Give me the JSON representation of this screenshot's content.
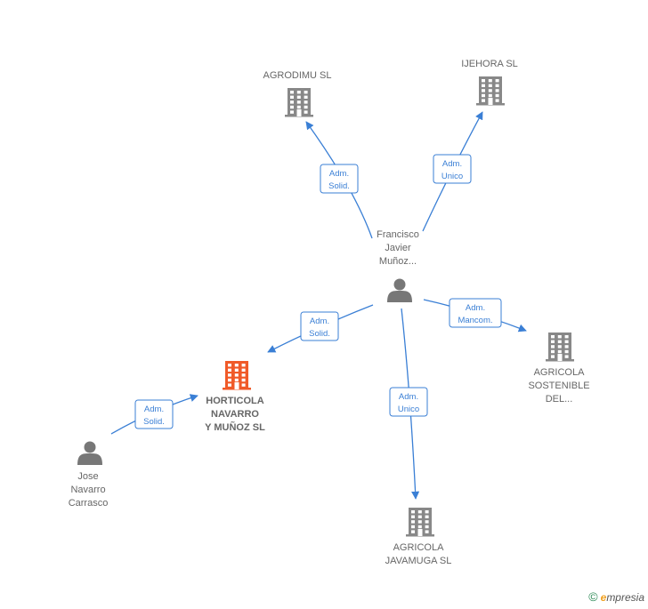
{
  "colors": {
    "edge": "#3a7fd5",
    "company": "#888888",
    "company_main": "#f05a28",
    "person": "#777777"
  },
  "nodes": [
    {
      "id": "agrodimu",
      "kind": "company",
      "lines": [
        "AGRODIMU  SL"
      ],
      "main": false
    },
    {
      "id": "ijehora",
      "kind": "company",
      "lines": [
        "IJEHORA  SL"
      ],
      "main": false
    },
    {
      "id": "francisco",
      "kind": "person",
      "lines": [
        "Francisco",
        "Javier",
        "Muñoz..."
      ],
      "main": false
    },
    {
      "id": "agricola_sostenible",
      "kind": "company",
      "lines": [
        "AGRICOLA",
        "SOSTENIBLE",
        "DEL..."
      ],
      "main": false
    },
    {
      "id": "horticola",
      "kind": "company",
      "lines": [
        "HORTICOLA",
        "NAVARRO",
        "Y MUÑOZ  SL"
      ],
      "main": true
    },
    {
      "id": "jose",
      "kind": "person",
      "lines": [
        "Jose",
        "Navarro",
        "Carrasco"
      ],
      "main": false
    },
    {
      "id": "agricola_javamuga",
      "kind": "company",
      "lines": [
        "AGRICOLA",
        "JAVAMUGA  SL"
      ],
      "main": false
    }
  ],
  "edges": [
    {
      "from": "francisco",
      "to": "agrodimu",
      "label": [
        "Adm.",
        "Solid."
      ]
    },
    {
      "from": "francisco",
      "to": "ijehora",
      "label": [
        "Adm.",
        "Unico"
      ]
    },
    {
      "from": "francisco",
      "to": "agricola_sostenible",
      "label": [
        "Adm.",
        "Mancom."
      ]
    },
    {
      "from": "francisco",
      "to": "horticola",
      "label": [
        "Adm.",
        "Solid."
      ]
    },
    {
      "from": "francisco",
      "to": "agricola_javamuga",
      "label": [
        "Adm.",
        "Unico"
      ]
    },
    {
      "from": "jose",
      "to": "horticola",
      "label": [
        "Adm.",
        "Solid."
      ]
    }
  ],
  "footer": {
    "copyright": "©",
    "brand_initial": "e",
    "brand_rest": "mpresia"
  }
}
